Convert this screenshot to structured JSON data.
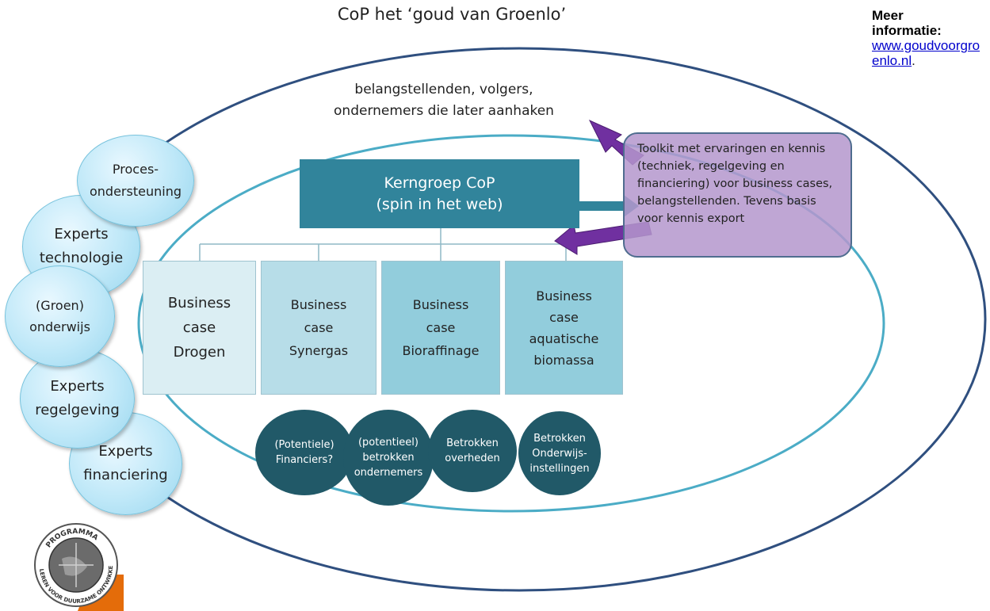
{
  "title": "CoP het ‘goud van Groenlo’",
  "outer_ring": {
    "label_line1": "belangstellenden, volgers,",
    "label_line2": "ondernemers die later aanhaken"
  },
  "core_group": {
    "line1": "Kerngroep CoP",
    "line2": "(spin in het web)"
  },
  "business_cases": [
    {
      "lines": [
        "Business",
        "case",
        "Drogen"
      ],
      "color": "#dbeef3"
    },
    {
      "lines": [
        "Business",
        "case",
        "Synergas"
      ],
      "color": "#b7dde8"
    },
    {
      "lines": [
        "Business",
        "case",
        "Bioraffinage"
      ],
      "color": "#92cddc"
    },
    {
      "lines": [
        "Business",
        "case",
        "aquatische",
        "biomassa"
      ],
      "color": "#92cddc"
    }
  ],
  "stakeholders": [
    {
      "lines": [
        "(Potentiele)",
        "Financiers?"
      ]
    },
    {
      "lines": [
        "(potentieel)",
        "betrokken",
        "ondernemers"
      ]
    },
    {
      "lines": [
        "Betrokken",
        "overheden"
      ]
    },
    {
      "lines": [
        "Betrokken",
        "Onderwijs-",
        "instellingen"
      ]
    }
  ],
  "experts": [
    {
      "lines": [
        "Proces-",
        "ondersteuning"
      ]
    },
    {
      "lines": [
        "Experts",
        "technologie"
      ]
    },
    {
      "lines": [
        "(Groen)",
        "onderwijs"
      ]
    },
    {
      "lines": [
        "Experts",
        "regelgeving"
      ]
    },
    {
      "lines": [
        "Experts",
        "financiering"
      ]
    }
  ],
  "toolkit": {
    "text": "Toolkit met ervaringen en kennis (techniek, regelgeving en financiering) voor business cases, belangstellenden. Tevens basis voor kennis export"
  },
  "info": {
    "heading_line1": "Meer",
    "heading_line2": "informatie:",
    "link": "www.goudvoorgroenlo.nl",
    "trailing": "."
  },
  "logo": {
    "top_text": "PROGRAMMA",
    "ring_text": "LEREN VOOR DUURZAME ONTWIKKELING"
  },
  "colors": {
    "outer_ellipse": "#2f4f7f",
    "inner_ellipse": "#4bacc6",
    "core": "#31849b",
    "arrow": "#7030a0",
    "teal_arrow": "#31849b",
    "stakeholder": "#215968",
    "toolkit_fill": "#b496cd",
    "link": "#0000cc"
  }
}
